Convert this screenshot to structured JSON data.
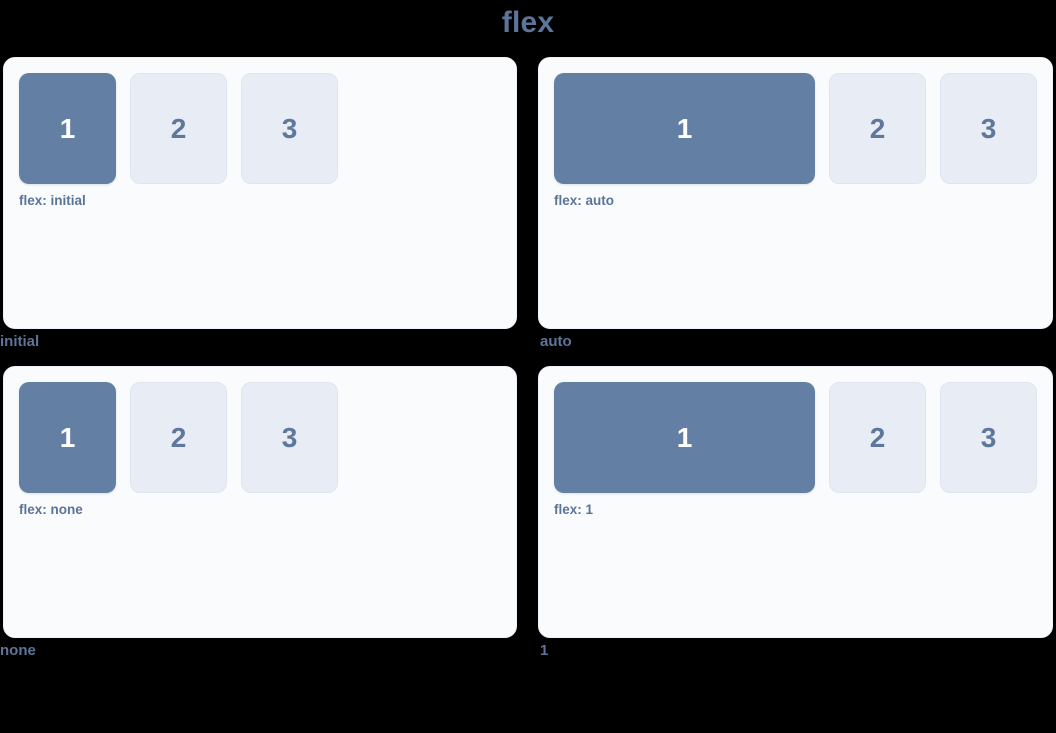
{
  "page": {
    "title": "flex",
    "background_color": "#000000",
    "title_color": "#5c7599"
  },
  "colors": {
    "panel_bg": "#fafbfd",
    "primary_box": "#6380a4",
    "muted_box": "#e8ecf5",
    "muted_box_border": "#dfe5f0",
    "primary_text": "#ffffff",
    "muted_text": "#5e789d",
    "caption_text": "#5a7498",
    "label_text": "#5c7599"
  },
  "panels": [
    {
      "label": "initial",
      "caption": "flex: initial",
      "boxes": [
        {
          "number": "1",
          "style": "primary",
          "grow": false
        },
        {
          "number": "2",
          "style": "muted",
          "grow": false
        },
        {
          "number": "3",
          "style": "muted",
          "grow": false
        }
      ]
    },
    {
      "label": "auto",
      "caption": "flex: auto",
      "boxes": [
        {
          "number": "1",
          "style": "primary",
          "grow": true
        },
        {
          "number": "2",
          "style": "muted",
          "grow": false
        },
        {
          "number": "3",
          "style": "muted",
          "grow": false
        }
      ]
    },
    {
      "label": "none",
      "caption": "flex: none",
      "boxes": [
        {
          "number": "1",
          "style": "primary",
          "grow": false
        },
        {
          "number": "2",
          "style": "muted",
          "grow": false
        },
        {
          "number": "3",
          "style": "muted",
          "grow": false
        }
      ]
    },
    {
      "label": "1",
      "caption": "flex: 1",
      "boxes": [
        {
          "number": "1",
          "style": "primary",
          "grow": true
        },
        {
          "number": "2",
          "style": "muted",
          "grow": false
        },
        {
          "number": "3",
          "style": "muted",
          "grow": false
        }
      ]
    }
  ]
}
